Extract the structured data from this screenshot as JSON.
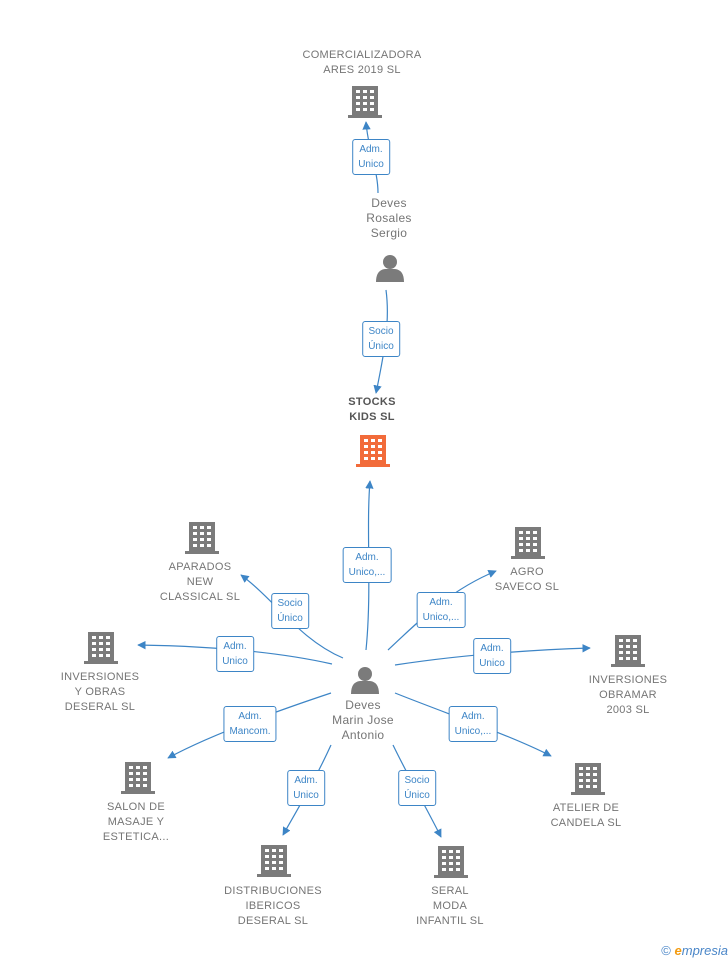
{
  "colors": {
    "edge": "#3d85c6",
    "building": "#7b7b7b",
    "central": "#f26b3a",
    "person": "#7b7b7b"
  },
  "nodes": {
    "comercializadora": "COMERCIALIZADORA\nARES 2019  SL",
    "deves_rosales": "Deves\nRosales\nSergio",
    "stocks_kids": "STOCKS\nKIDS  SL",
    "aparados": "APARADOS\nNEW\nCLASSICAL SL",
    "agro_saveco": "AGRO\nSAVECO SL",
    "inversiones_deseral": "INVERSIONES\nY OBRAS\nDESERAL SL",
    "inversiones_obramar": "INVERSIONES\nOBRAMAR\n2003 SL",
    "deves_marin": "Deves\nMarin Jose\nAntonio",
    "salon": "SALON DE\nMASAJE Y\nESTETICA...",
    "atelier": "ATELIER DE\nCANDELA SL",
    "distribuciones": "DISTRIBUCIONES\nIBERICOS\nDESERAL SL",
    "seral": "SERAL\nMODA\nINFANTIL SL"
  },
  "edges": {
    "rosales_comercializadora": "Adm.\nUnico",
    "rosales_stocks": "Socio\nÚnico",
    "marin_stocks": "Adm.\nUnico,...",
    "marin_aparados": "Socio\nÚnico",
    "marin_agro": "Adm.\nUnico,...",
    "marin_inv_deseral": "Adm.\nUnico",
    "marin_obramar": "Adm.\nUnico",
    "marin_salon": "Adm.\nMancom.",
    "marin_atelier": "Adm.\nUnico,...",
    "marin_distribuciones": "Adm.\nUnico",
    "marin_seral": "Socio\nÚnico"
  },
  "footer": {
    "copyright": "©",
    "brand_e": "e",
    "brand_rest": "mpresia"
  }
}
